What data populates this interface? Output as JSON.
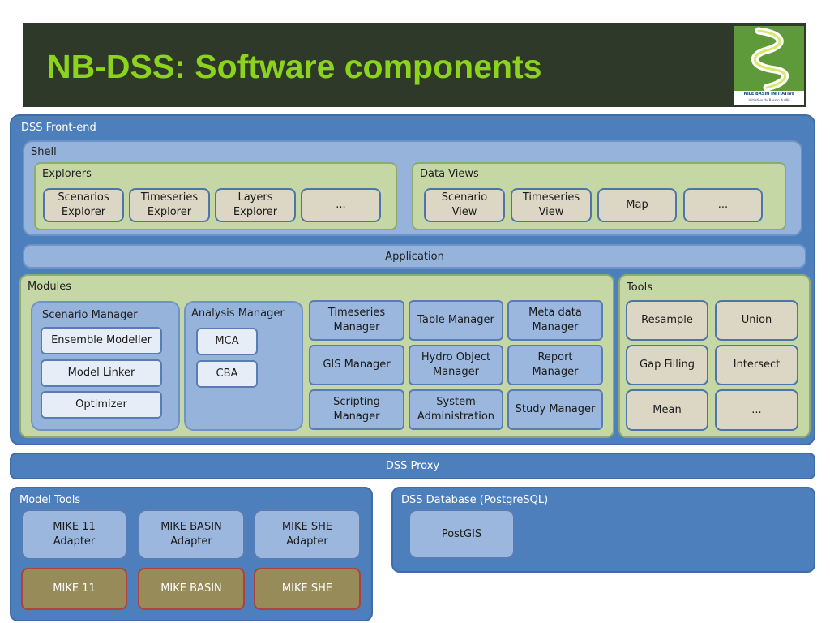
{
  "slide": {
    "title": "NB-DSS: Software components",
    "logo": {
      "line1": "NILE BASIN INITIATIVE",
      "line2": "Initiative du Bassin du Nil"
    }
  },
  "colors": {
    "title_bg": "#2f3929",
    "title_text": "#8cd31e",
    "dark_blue": "#4e7fbd",
    "light_blue": "#96b3db",
    "green": "#c5d7a5",
    "beige": "#dcd6c4",
    "olive": "#978b5a"
  },
  "front_end": {
    "label": "DSS Front-end",
    "shell": {
      "label": "Shell",
      "explorers": {
        "label": "Explorers",
        "items": [
          "Scenarios\nExplorer",
          "Timeseries\nExplorer",
          "Layers\nExplorer",
          "..."
        ]
      },
      "data_views": {
        "label": "Data Views",
        "items": [
          "Scenario\nView",
          "Timeseries\nView",
          "Map",
          "..."
        ]
      }
    },
    "application": "Application",
    "modules": {
      "label": "Modules",
      "scenario_manager": {
        "label": "Scenario Manager",
        "items": [
          "Ensemble Modeller",
          "Model Linker",
          "Optimizer"
        ]
      },
      "analysis_manager": {
        "label": "Analysis Manager",
        "items": [
          "MCA",
          "CBA"
        ]
      },
      "managers": [
        "Timeseries\nManager",
        "Table Manager",
        "Meta data\nManager",
        "GIS Manager",
        "Hydro Object\nManager",
        "Report\nManager",
        "Scripting\nManager",
        "System\nAdministration",
        "Study Manager"
      ]
    },
    "tools": {
      "label": "Tools",
      "items": [
        "Resample",
        "Union",
        "Gap Filling",
        "Intersect",
        "Mean",
        "..."
      ]
    }
  },
  "proxy": "DSS Proxy",
  "model_tools": {
    "label": "Model Tools",
    "adapters": [
      "MIKE 11\nAdapter",
      "MIKE  BASIN\nAdapter",
      "MIKE  SHE\nAdapter"
    ],
    "models": [
      "MIKE 11",
      "MIKE BASIN",
      "MIKE SHE"
    ]
  },
  "database": {
    "label": "DSS Database (PostgreSQL)",
    "items": [
      "PostGIS"
    ]
  }
}
